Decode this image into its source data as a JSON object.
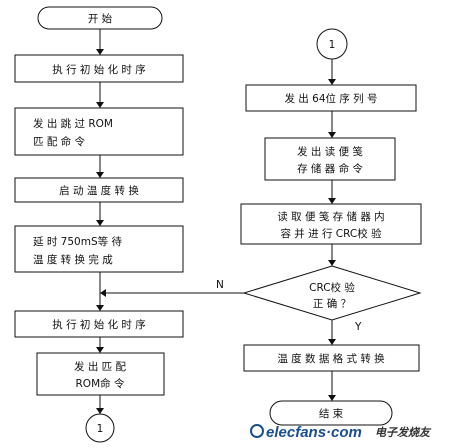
{
  "nodes": {
    "start": "开 始",
    "init1": "执 行 初 始 化 时 序",
    "skip_rom_1": "发 出 跳 过 ROM",
    "skip_rom_2": "匹 配 命 令",
    "start_conv": "启 动 温 度 转 换",
    "delay_1": "延 时 750mS等 待",
    "delay_2": "温 度 转 换 完 成",
    "init2": "执 行 初 始 化 时 序",
    "match_rom_1": "发 出 匹 配",
    "match_rom_2": "ROM命 令",
    "conn_left": "1",
    "conn_right": "1",
    "send_serial": "发 出 64位 序 列 号",
    "read_cmd_1": "发 出 读 便 笺",
    "read_cmd_2": "存 储 器 命 令",
    "read_mem_1": "读 取 便 笺 存 储 器 内",
    "read_mem_2": "容 并 进 行 CRC校 验",
    "crc_1": "CRC校 验",
    "crc_2": "正 确 ？",
    "crc_no": "N",
    "crc_yes": "Y",
    "convert": "温 度 数 据 格 式 转 换",
    "end": "结 束"
  },
  "watermark": {
    "brand": "elecfans·com",
    "cn": "电子发烧友"
  }
}
